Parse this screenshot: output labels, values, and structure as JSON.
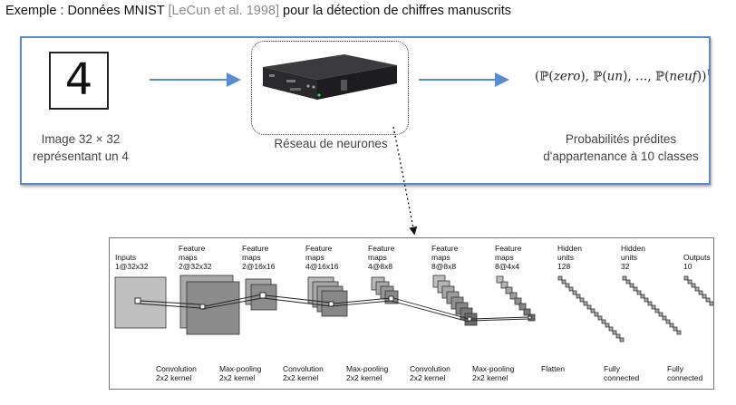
{
  "title": {
    "prefix": "Exemple : Données MNIST ",
    "citation": "[LeCun et al. 1998]",
    "suffix": " pour la détection de chiffres manuscrits"
  },
  "input": {
    "digit": "4",
    "caption_line1": "Image 32 × 32",
    "caption_line2": "représentant un 4"
  },
  "network": {
    "caption": "Réseau de neurones"
  },
  "output": {
    "formula_parts": [
      "(",
      "ℙ(",
      "zero",
      "), ℙ(",
      "un",
      "), …, ℙ(",
      "neuf",
      "))",
      "⊺"
    ],
    "caption_line1": "Probabilités prédites",
    "caption_line2": "d'appartenance à 10 classes"
  },
  "cnn": {
    "top_labels": [
      "Inputs\n1@32x32",
      "Feature\nmaps\n2@32x32",
      "Feature\nmaps\n2@16x16",
      "Feature\nmaps\n4@16x16",
      "Feature\nmaps\n4@8x8",
      "Feature\nmaps\n8@8x8",
      "Feature\nmaps\n8@4x4",
      "Hidden\nunits\n128",
      "Hidden\nunits\n32",
      "Outputs\n10"
    ],
    "bottom_labels": [
      "Convolution\n2x2 kernel",
      "Max-pooling\n2x2 kernel",
      "Convolution\n2x2 kernel",
      "Max-pooling\n2x2 kernel",
      "Convolution\n2x2 kernel",
      "Max-pooling\n2x2 kernel",
      "Flatten",
      "Fully\nconnected",
      "Fully\nconnected"
    ]
  },
  "colors": {
    "frame_border": "#5b8ccf",
    "arrow": "#5b8ccf",
    "citation": "#8a8a8a"
  }
}
